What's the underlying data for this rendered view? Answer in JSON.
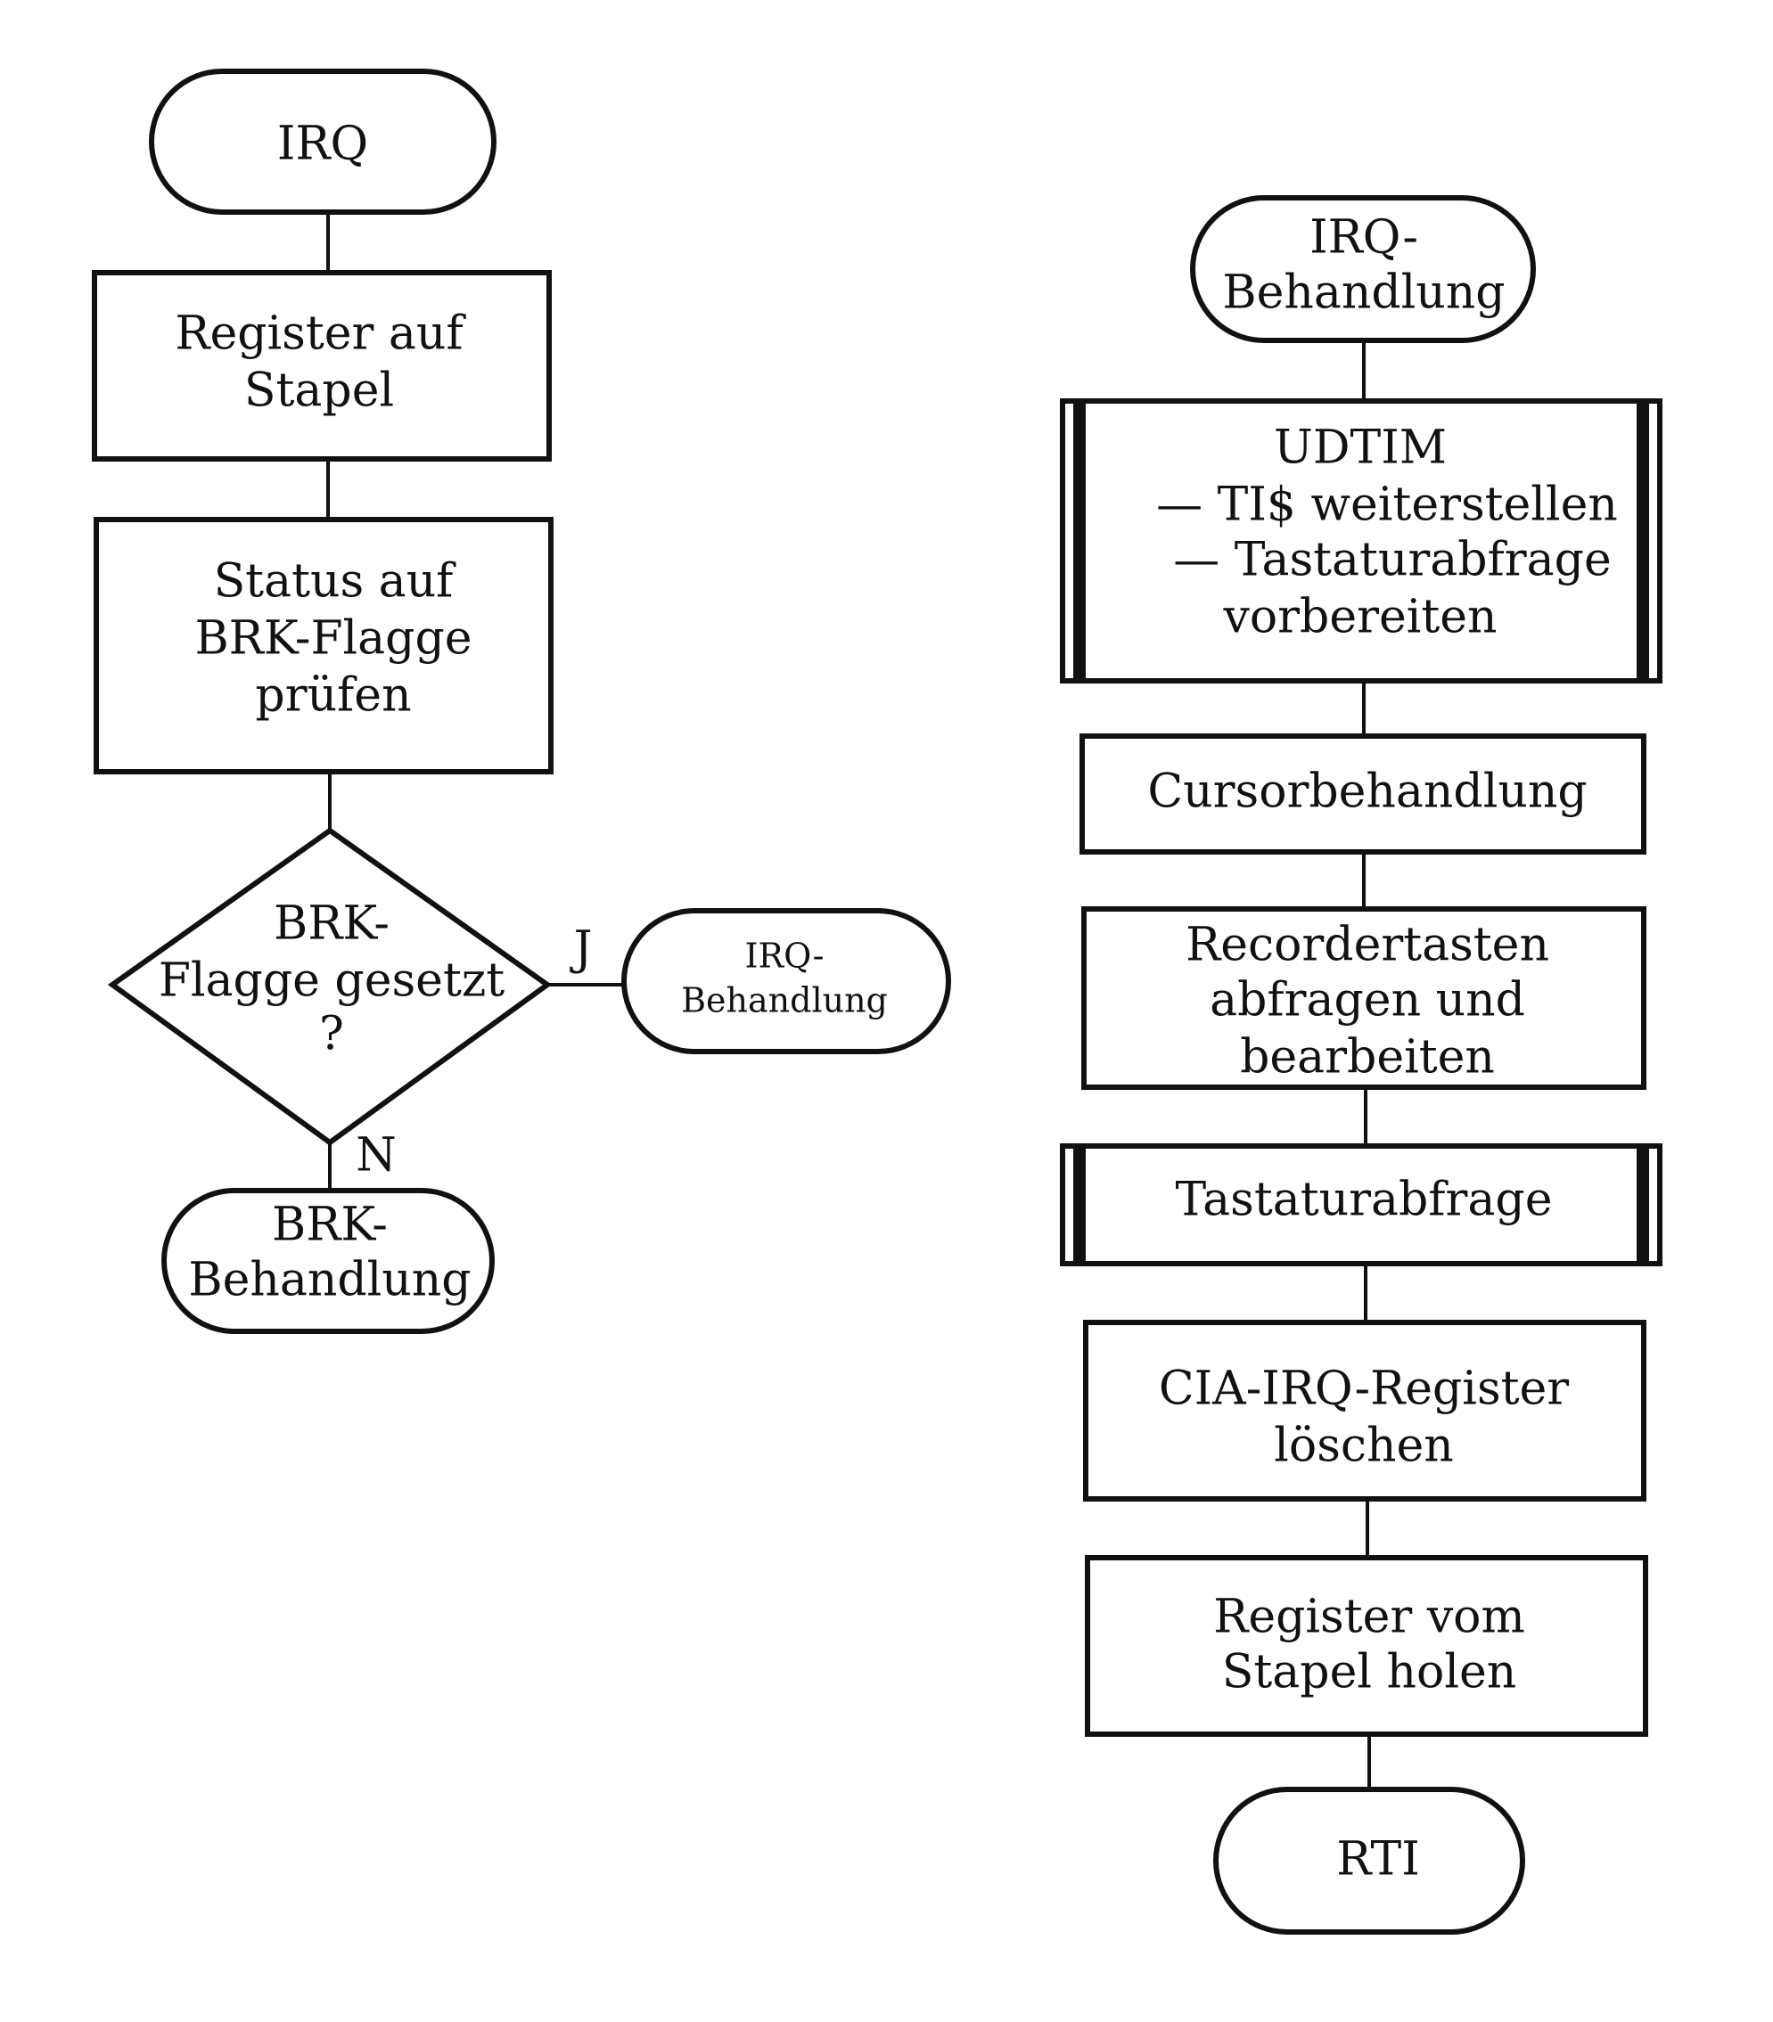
{
  "left_flow": {
    "start": "IRQ",
    "push_registers": [
      "Register auf",
      "Stapel"
    ],
    "check_status": [
      "Status auf",
      "BRK-Flagge",
      "prüfen"
    ],
    "decision": [
      "BRK-",
      "Flagge gesetzt",
      "?"
    ],
    "yes_label": "J",
    "no_label": "N",
    "yes_terminal": [
      "IRQ-",
      "Behandlung"
    ],
    "no_terminal": [
      "BRK-",
      "Behandlung"
    ]
  },
  "right_flow": {
    "start": [
      "IRQ-",
      "Behandlung"
    ],
    "udtim": [
      "UDTIM",
      "— TI$ weiterstellen",
      "— Tastaturabfrage",
      "vorbereiten"
    ],
    "cursor": "Cursorbehandlung",
    "recorder": [
      "Recordertasten",
      "abfragen und",
      "bearbeiten"
    ],
    "keyboard": "Tastaturabfrage",
    "cia_clear": [
      "CIA-IRQ-Register",
      "löschen"
    ],
    "pull_registers": [
      "Register vom",
      "Stapel holen"
    ],
    "end": "RTI"
  }
}
